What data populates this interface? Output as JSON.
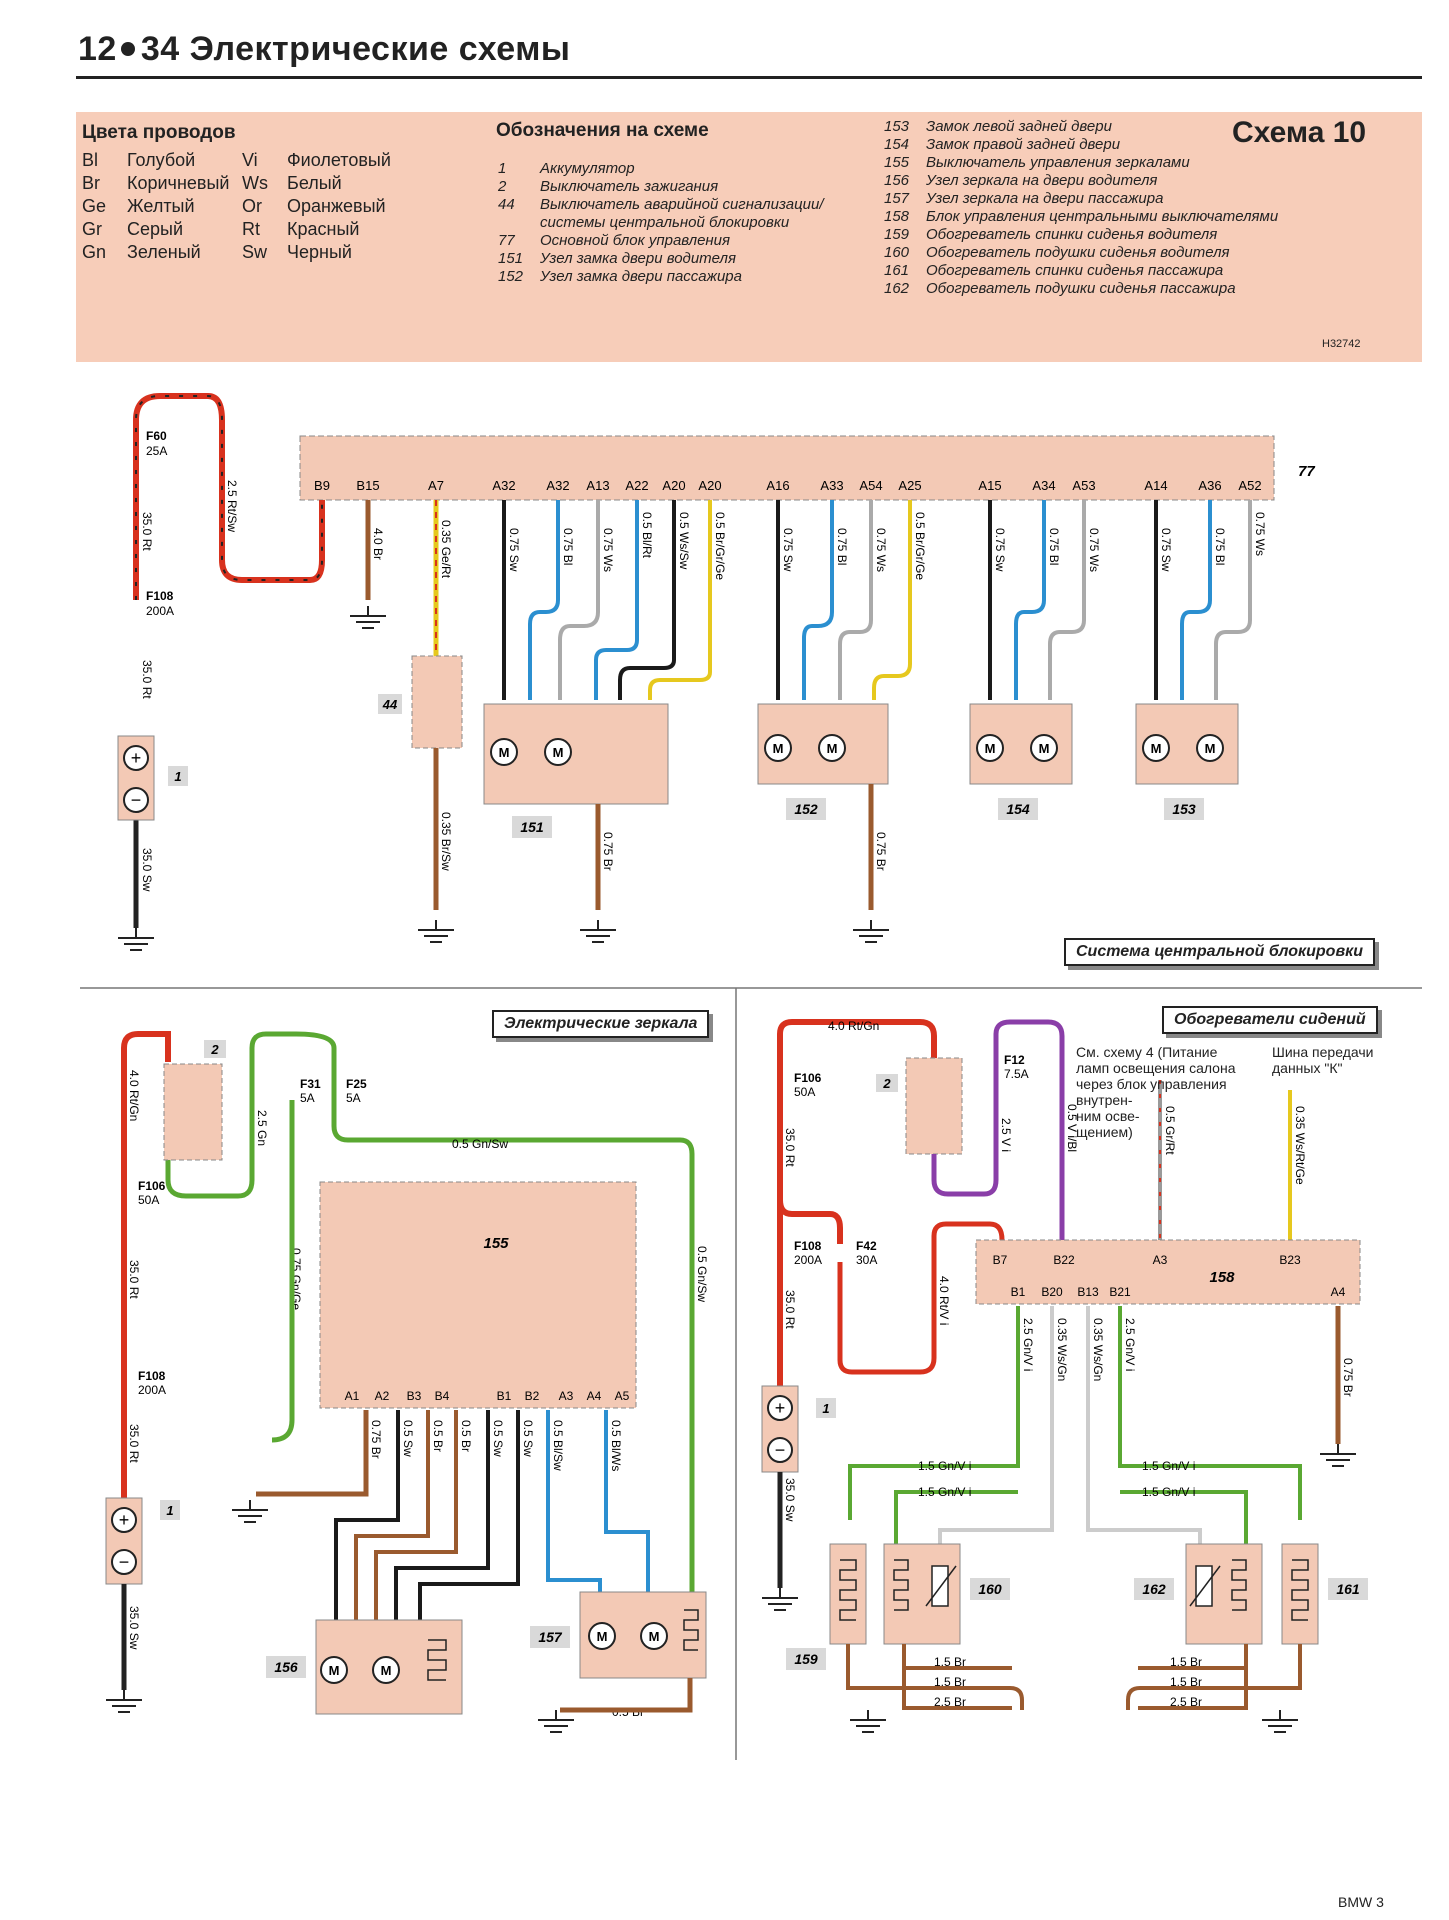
{
  "header": {
    "page_prefix": "12",
    "page_number": "34",
    "title": "Электрические схемы"
  },
  "legend": {
    "colors_title": "Цвета проводов",
    "colors_left": [
      {
        "code": "Bl",
        "name": "Голубой"
      },
      {
        "code": "Br",
        "name": "Коричневый"
      },
      {
        "code": "Ge",
        "name": "Желтый"
      },
      {
        "code": "Gr",
        "name": "Серый"
      },
      {
        "code": "Gn",
        "name": "Зеленый"
      }
    ],
    "colors_right": [
      {
        "code": "Vi",
        "name": "Фиолетовый"
      },
      {
        "code": "Ws",
        "name": "Белый"
      },
      {
        "code": "Or",
        "name": "Оранжевый"
      },
      {
        "code": "Rt",
        "name": "Красный"
      },
      {
        "code": "Sw",
        "name": "Черный"
      }
    ],
    "symbols_title": "Обозначения на схеме",
    "symbols_left": [
      {
        "num": "1",
        "text": "Аккумулятор"
      },
      {
        "num": "2",
        "text": "Выключатель зажигания"
      },
      {
        "num": "44",
        "text": "Выключатель аварийной сигнализации/"
      },
      {
        "num": "",
        "text": "системы центральной блокировки"
      },
      {
        "num": "77",
        "text": "Основной блок управления"
      },
      {
        "num": "151",
        "text": "Узел замка двери водителя"
      },
      {
        "num": "152",
        "text": "Узел замка двери пассажира"
      }
    ],
    "symbols_right": [
      {
        "num": "153",
        "text": "Замок левой задней двери"
      },
      {
        "num": "154",
        "text": "Замок правой задней двери"
      },
      {
        "num": "155",
        "text": "Выключатель управления зеркалами"
      },
      {
        "num": "156",
        "text": "Узел зеркала на двери водителя"
      },
      {
        "num": "157",
        "text": "Узел зеркала на двери пассажира"
      },
      {
        "num": "158",
        "text": "Блок управления центральными выключателями"
      },
      {
        "num": "159",
        "text": "Обогреватель спинки сиденья водителя"
      },
      {
        "num": "160",
        "text": "Обогреватель подушки сиденья водителя"
      },
      {
        "num": "161",
        "text": "Обогреватель спинки сиденья пассажира"
      },
      {
        "num": "162",
        "text": "Обогреватель подушки сиденья пассажира"
      }
    ],
    "scheme_title": "Схема 10",
    "ref_code": "H32742"
  },
  "captions": {
    "central_locking": "Система центральной блокировки",
    "mirrors": "Электрические зеркала",
    "seat_heaters": "Обогреватели сидений"
  },
  "notes": {
    "see_scheme": "См. схему 4 (Питание\nламп освещения салона\nчерез блок управления\nвнутрен-\nним осве-\nщением)",
    "k_bus": "Шина передачи\nданных \"К\""
  },
  "top_diagram": {
    "unit_77_label": "77",
    "pins": [
      "B9",
      "B15",
      "A7",
      "A32",
      "A32",
      "A13",
      "A22",
      "A20",
      "A20",
      "A16",
      "A33",
      "A54",
      "A25",
      "A15",
      "A34",
      "A53",
      "A14",
      "A36",
      "A52"
    ],
    "wire_labels": [
      "4.0 Br",
      "0.35 Ge/Rt",
      "0.75 Sw",
      "0.75 Bl",
      "0.75 Ws",
      "0.5 Bl/Rt",
      "0.5 Ws/Sw",
      "0.5 Br/Gr/Ge",
      "0.75 Sw",
      "0.75 Bl",
      "0.75 Ws",
      "0.5 Br/Gr/Ge",
      "0.75 Sw",
      "0.75 Bl",
      "0.75 Ws",
      "0.75 Sw",
      "0.75 Bl",
      "0.75 Ws"
    ],
    "battery_wires": [
      "35.0 Rt",
      "35.0 Rt",
      "35.0 Sw",
      "2.5 Rt/Sw"
    ],
    "fuses": [
      {
        "id": "F60",
        "rating": "25A"
      },
      {
        "id": "F108",
        "rating": "200A"
      }
    ],
    "ground_wires": [
      "0.35 Br/Sw",
      "0.75 Br",
      "0.75 Br"
    ],
    "components": [
      "1",
      "44",
      "151",
      "152",
      "154",
      "153"
    ]
  },
  "mirror_diagram": {
    "fuses": [
      {
        "id": "F106",
        "rating": "50A"
      },
      {
        "id": "F108",
        "rating": "200A"
      },
      {
        "id": "F31",
        "rating": "5A"
      },
      {
        "id": "F25",
        "rating": "5A"
      }
    ],
    "wires": [
      "4.0 Rt/Gn",
      "2.5 Gn",
      "35.0 Rt",
      "35.0 Rt",
      "35.0 Sw",
      "0.5 Gn/Sw",
      "0.75 Gn/Ge",
      "0.5 Gn/Sw",
      "0.75 Br",
      "0.5 Sw",
      "0.5 Br",
      "0.5 Br",
      "0.5 Sw",
      "0.5 Sw",
      "0.5 Bl/Sw",
      "0.5 Bl/Ws",
      "0.5 Br"
    ],
    "pins": [
      "A1",
      "A2",
      "B3",
      "B4",
      "B1",
      "B2",
      "A3",
      "A4",
      "A5"
    ],
    "components": [
      "2",
      "1",
      "155",
      "156",
      "157"
    ]
  },
  "seat_diagram": {
    "fuses": [
      {
        "id": "F106",
        "rating": "50A"
      },
      {
        "id": "F108",
        "rating": "200A"
      },
      {
        "id": "F12",
        "rating": "7.5A"
      },
      {
        "id": "F42",
        "rating": "30A"
      }
    ],
    "wires": [
      "4.0 Rt/Gn",
      "35.0 Rt",
      "35.0 Rt",
      "35.0 Sw",
      "2.5 V i",
      "0.5 V i/Bl",
      "4.0 Rt/V i",
      "0.5 Gr/Rt",
      "0.35 Ws/Rt/Ge",
      "2.5 Gn/V i",
      "0.35 Ws/Gn",
      "0.35 Ws/Gn",
      "2.5 Gn/V i",
      "0.75 Br",
      "1.5 Gn/V i",
      "1.5 Gn/V i",
      "1.5 Gn/V i",
      "1.5 Gn/V i",
      "1.5 Br",
      "1.5 Br",
      "2.5 Br",
      "1.5 Br",
      "1.5 Br",
      "2.5 Br"
    ],
    "pins": [
      "B7",
      "B22",
      "A3",
      "B23",
      "B1",
      "B20",
      "B13",
      "B21",
      "A4"
    ],
    "components": [
      "2",
      "1",
      "158",
      "159",
      "160",
      "161",
      "162"
    ]
  },
  "footer": "BMW 3",
  "colors": {
    "legend_bg": "#f7cdb9",
    "component_fill": "#f3c9b5",
    "red": "#d8321e",
    "brown": "#9a5a2e",
    "blue": "#2b8fd0",
    "green": "#5aa832",
    "violet": "#8a3ea8",
    "black": "#1a1a1a"
  }
}
